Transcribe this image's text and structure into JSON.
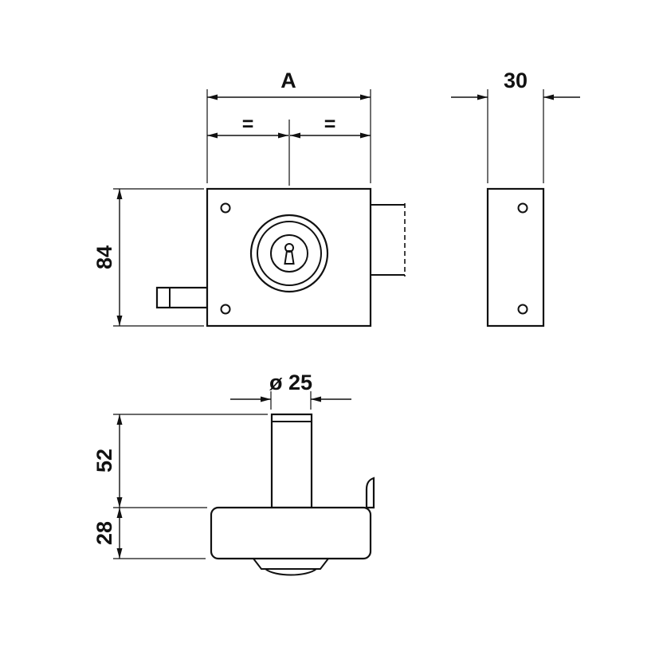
{
  "labels": {
    "front_width": "A",
    "front_equal_left": "=",
    "front_equal_right": "=",
    "front_height": "84",
    "side_depth": "30",
    "cylinder_diameter": "ø 25",
    "cylinder_height": "52",
    "body_depth": "28"
  }
}
